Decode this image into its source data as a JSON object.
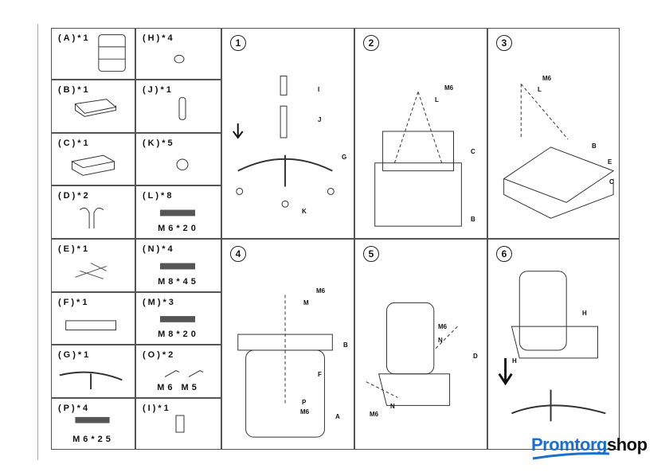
{
  "parts": [
    {
      "label": "(A)*1"
    },
    {
      "label": "(H)*4"
    },
    {
      "label": "(B)*1"
    },
    {
      "label": "(J)*1"
    },
    {
      "label": "(C)*1"
    },
    {
      "label": "(K)*5"
    },
    {
      "label": "(D)*2"
    },
    {
      "label": "(L)*8",
      "size": "M6*20"
    },
    {
      "label": "(E)*1"
    },
    {
      "label": "(N)*4",
      "size": "M8*45"
    },
    {
      "label": "(F)*1"
    },
    {
      "label": "(M)*3",
      "size": "M8*20"
    },
    {
      "label": "(G)*1"
    },
    {
      "label": "(O)*2",
      "size": "M6  M5"
    },
    {
      "label": "(P)*4",
      "size": "M6*25"
    },
    {
      "label": "(I)*1"
    }
  ],
  "steps": [
    {
      "num": "1",
      "callouts": [
        "I",
        "J",
        "G",
        "K"
      ]
    },
    {
      "num": "2",
      "callouts": [
        "M6",
        "L",
        "C",
        "B"
      ]
    },
    {
      "num": "3",
      "callouts": [
        "M6",
        "L",
        "B",
        "E",
        "C"
      ]
    },
    {
      "num": "4",
      "callouts": [
        "M6",
        "M",
        "B",
        "F",
        "P",
        "M6",
        "A"
      ]
    },
    {
      "num": "5",
      "callouts": [
        "M6",
        "N",
        "D",
        "M6",
        "N"
      ]
    },
    {
      "num": "6",
      "callouts": [
        "H",
        "H"
      ]
    }
  ],
  "logo": {
    "part1": "Promtorg",
    "part2": "shop",
    "accent": "#1a6fd0"
  }
}
